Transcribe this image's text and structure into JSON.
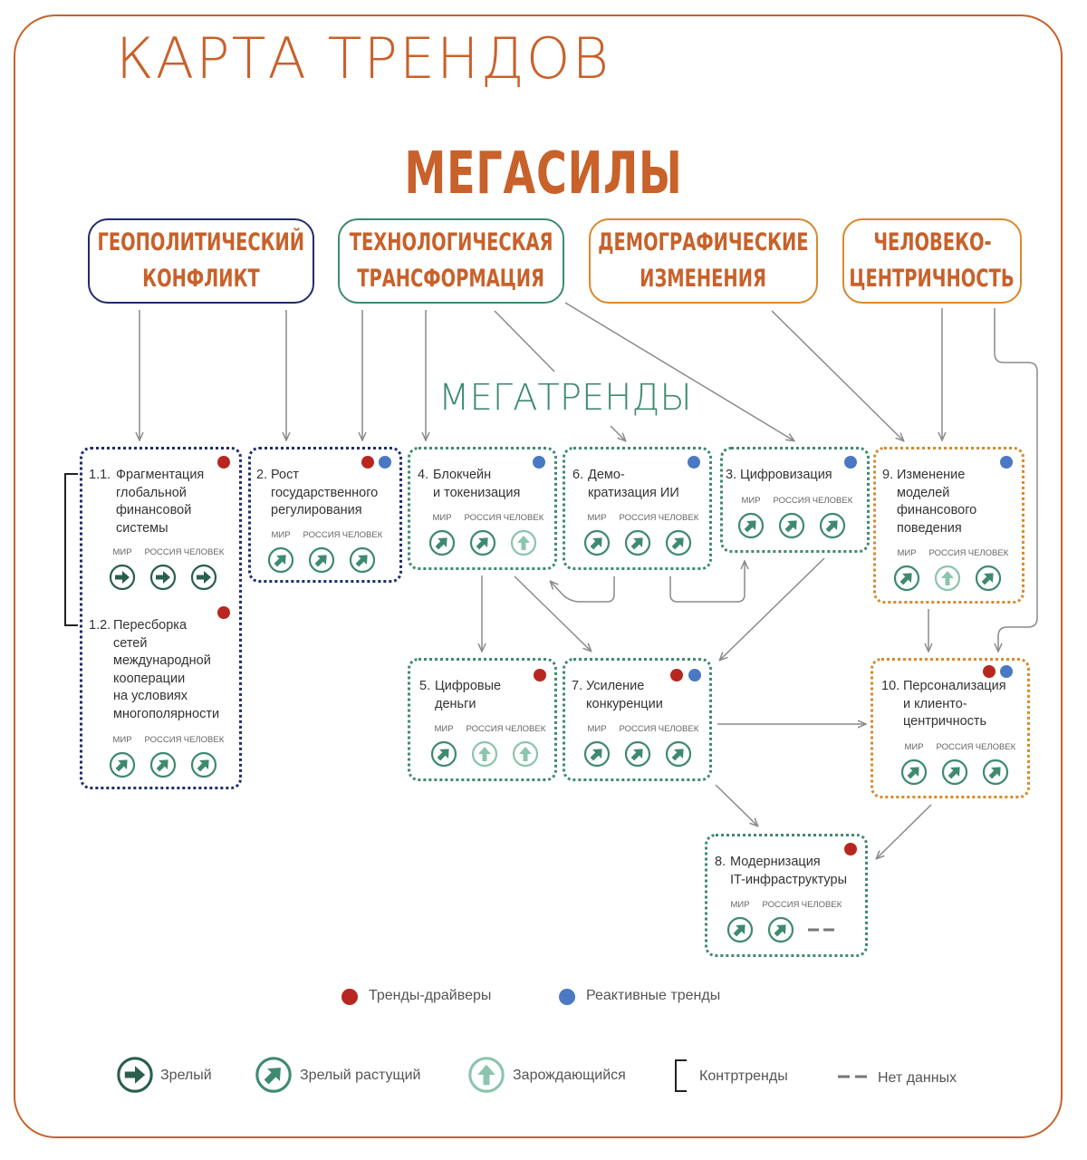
{
  "title": "КАРТА ТРЕНДОВ",
  "megaforces_title": "МЕГАСИЛЫ",
  "megatrends_title": "МЕГАТРЕНДЫ",
  "colors": {
    "accent": "#c8612a",
    "navy": "#1f2d6b",
    "green": "#3f8a6e",
    "orange": "#d8892c",
    "driver": "#b8271f",
    "reactive": "#4a78c2"
  },
  "forces": [
    {
      "line1": "ГЕОПОЛИТИЧЕСКИЙ",
      "line2": "КОНФЛИКТ"
    },
    {
      "line1": "ТЕХНОЛОГИЧЕСКАЯ",
      "line2": "ТРАНСФОРМАЦИЯ"
    },
    {
      "line1": "ДЕМОГРАФИЧЕСКИЕ",
      "line2": "ИЗМЕНЕНИЯ"
    },
    {
      "line1": "ЧЕЛОВЕКО-",
      "line2": "ЦЕНТРИЧНОСТЬ"
    }
  ],
  "labels": {
    "world": "МИР",
    "russia": "РОССИЯ",
    "human": "ЧЕЛОВЕК"
  },
  "trends": {
    "t11": {
      "num": "1.1.",
      "text": "Фрагментация\nглобальной\nфинансовой\nсистемы",
      "statuses": [
        "mature",
        "mature",
        "mature"
      ]
    },
    "t12": {
      "num": "1.2.",
      "text": "Пересборка\nсетей\nмеждународной\nкооперации\nна условиях\nмногополярности",
      "statuses": [
        "mature-growing",
        "mature-growing",
        "mature-growing"
      ]
    },
    "t2": {
      "num": "2.",
      "text": "Рост\nгосударственного\nрегулирования",
      "statuses": [
        "mature-growing",
        "mature-growing",
        "mature-growing"
      ]
    },
    "t4": {
      "num": "4.",
      "text": "Блокчейн\nи токенизация",
      "statuses": [
        "mature-growing",
        "mature-growing",
        "emerging"
      ]
    },
    "t6": {
      "num": "6.",
      "text": "Демо-\nкратизация ИИ",
      "statuses": [
        "mature-growing",
        "mature-growing",
        "mature-growing"
      ]
    },
    "t3": {
      "num": "3.",
      "text": "Цифровизация",
      "statuses": [
        "mature-growing",
        "mature-growing",
        "mature-growing"
      ]
    },
    "t9": {
      "num": "9.",
      "text": "Изменение\nмоделей\nфинансового\nповедения",
      "statuses": [
        "mature-growing",
        "emerging",
        "mature-growing"
      ]
    },
    "t5": {
      "num": "5.",
      "text": "Цифровые\nденьги",
      "statuses": [
        "mature-growing",
        "emerging",
        "emerging"
      ]
    },
    "t7": {
      "num": "7.",
      "text": "Усиление\nконкуренции",
      "statuses": [
        "mature-growing",
        "mature-growing",
        "mature-growing"
      ]
    },
    "t10": {
      "num": "10.",
      "text": "Персонализация\nи клиенто-\nцентричность",
      "statuses": [
        "mature-growing",
        "mature-growing",
        "mature-growing"
      ]
    },
    "t8": {
      "num": "8.",
      "text": "Модернизация\nIT-инфраструктуры",
      "statuses": [
        "mature-growing",
        "mature-growing",
        "no-data"
      ]
    }
  },
  "legend": {
    "drivers": "Тренды-драйверы",
    "reactive": "Реактивные тренды",
    "mature": "Зрелый",
    "mature_growing": "Зрелый растущий",
    "emerging": "Зарождающийся",
    "countertrends": "Контртренды",
    "no_data": "Нет данных"
  }
}
